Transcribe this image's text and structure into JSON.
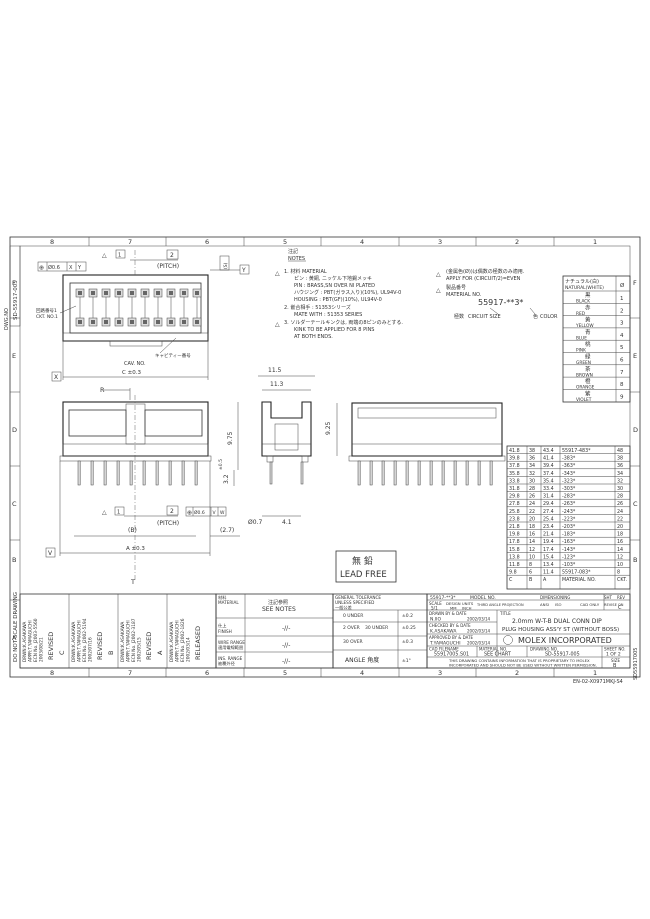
{
  "border": {
    "cols_top": [
      "8",
      "7",
      "6",
      "5",
      "4",
      "3",
      "2",
      "1"
    ],
    "cols_bottom": [
      "8",
      "7",
      "6",
      "5",
      "4",
      "3",
      "2",
      "1"
    ],
    "rows": [
      "F",
      "E",
      "D",
      "C",
      "B",
      "A"
    ]
  },
  "left_margin": {
    "doc_no": "SD-55917-005",
    "dwg_no_label": "DWG.NO",
    "do_not_scale": "DO NOT SCALE DRAWING"
  },
  "right_margin": {
    "code": "SD55917005"
  },
  "notes": {
    "header_jp": "注記",
    "header": "NOTES",
    "n1_jp": "1. 材料 MATERIAL",
    "n1_pin_jp": "ピン : 黄銅, ニッケル下地錫メッキ",
    "n1_pin": "PIN : BRASS,SN OVER NI PLATED",
    "n1_housing_jp": "ハウジング : PBT(ガラス入り)(10%), UL94V-0",
    "n1_housing": "HOUSING : PBT(GF)(10%), UL94V-0",
    "n2_jp": "2. 嵌合相手 : 51353シリーズ",
    "n2": "MATE WITH : 51353 SERIES",
    "n3_jp": "3. ソルダーテールキンクは, 両端の8ピンのみとする.",
    "n3": "KINK TO BE APPLIED FOR 8 PINS",
    "n3b": "AT BOTH ENDS."
  },
  "circuit_note": {
    "line1_jp": "(金属色(Ø))は偶数の極数のみ適用.",
    "line1": "APPLY FOR (CIRCUIT/2)=EVEN",
    "matno_jp": "製品番号",
    "matno": "MATERIAL NO.",
    "part": "55917-**3*",
    "circuit_jp": "極数",
    "circuit": "CIRCUIT SIZE",
    "color_jp": "色",
    "color": "COLOR"
  },
  "color_table": {
    "header_jp": "ナチュラル(白)",
    "header": "NATURAL(WHITE)",
    "header_code": "Ø",
    "rows": [
      {
        "jp": "黒",
        "en": "BLACK",
        "code": "1"
      },
      {
        "jp": "赤",
        "en": "RED",
        "code": "2"
      },
      {
        "jp": "黄",
        "en": "YELLOW",
        "code": "3"
      },
      {
        "jp": "青",
        "en": "BLUE",
        "code": "4"
      },
      {
        "jp": "桃",
        "en": "PINK",
        "code": "5"
      },
      {
        "jp": "緑",
        "en": "GREEN",
        "code": "6"
      },
      {
        "jp": "茶",
        "en": "BROWN",
        "code": "7"
      },
      {
        "jp": "橙",
        "en": "ORANGE",
        "code": "8"
      },
      {
        "jp": "紫",
        "en": "VIOLET",
        "code": "9"
      }
    ]
  },
  "top_view": {
    "tol_frame": [
      "⊕",
      "Ø0.6",
      "X",
      "Y"
    ],
    "pitch_label": "(PITCH)",
    "pitch_num": "2",
    "ref_one": "1",
    "ref_y": "Y",
    "circuit_no_jp": "回路番号1",
    "circuit_no": "CKT. NO.1",
    "polarity_jp": "キャビティー番号",
    "cav_no": "CAV. NO.",
    "c_dim": "C ±0.3",
    "x_label": "X",
    "ref_s": "(S)"
  },
  "front_view": {
    "r_label": "R",
    "pitch_num": "2",
    "pitch_label": "(PITCH)",
    "b_label": "(B)",
    "a_dim": "A ±0.3",
    "dim_27": "(2.7)",
    "v_label": "V",
    "t_label": "T",
    "tol_frame": [
      "⊕",
      "Ø0.6",
      "V",
      "W"
    ],
    "ref_one": "1"
  },
  "side_view": {
    "dim_115": "11.5",
    "dim_113": "11.3",
    "dim_975": "9.75",
    "dim_32": "3.2",
    "dim_05": "±0.5",
    "dim_07": "Ø0.7",
    "dim_41": "4.1",
    "dim_925": "9.25"
  },
  "lead_free": {
    "jp": "無 鉛",
    "en": "LEAD FREE"
  },
  "dim_table": {
    "rows": [
      [
        "41.8",
        "38",
        "43.4",
        "55917-483*",
        "48"
      ],
      [
        "39.8",
        "36",
        "41.4",
        "-383*",
        "38"
      ],
      [
        "37.8",
        "34",
        "39.4",
        "-363*",
        "36"
      ],
      [
        "35.8",
        "32",
        "37.4",
        "-343*",
        "34"
      ],
      [
        "33.8",
        "30",
        "35.4",
        "-323*",
        "32"
      ],
      [
        "31.8",
        "28",
        "33.4",
        "-303*",
        "30"
      ],
      [
        "29.8",
        "26",
        "31.4",
        "-283*",
        "28"
      ],
      [
        "27.8",
        "24",
        "29.4",
        "-263*",
        "26"
      ],
      [
        "25.8",
        "22",
        "27.4",
        "-243*",
        "24"
      ],
      [
        "23.8",
        "20",
        "25.4",
        "-223*",
        "22"
      ],
      [
        "21.8",
        "18",
        "23.4",
        "-203*",
        "20"
      ],
      [
        "19.8",
        "16",
        "21.4",
        "-183*",
        "18"
      ],
      [
        "17.8",
        "14",
        "19.4",
        "-163*",
        "16"
      ],
      [
        "15.8",
        "12",
        "17.4",
        "-143*",
        "14"
      ],
      [
        "13.8",
        "10",
        "15.4",
        "-123*",
        "12"
      ],
      [
        "11.8",
        "8",
        "13.4",
        "-103*",
        "10"
      ],
      [
        "9.8",
        "6",
        "11.4",
        "55917-083*",
        "8"
      ]
    ],
    "header": [
      "C",
      "B",
      "A",
      "MATERIAL NO.",
      "CKT."
    ]
  },
  "revisions": [
    {
      "letter": "C",
      "title": "REVISED",
      "ecn": "ECN No. J2003-5560",
      "date": "2003/08/21",
      "drwn": "DRWN:K.ASAKAWA",
      "appr": "APPR:T.YAMAGUCHI"
    },
    {
      "letter": "B",
      "title": "REVISED",
      "ecn": "ECN No. J2002-5194",
      "date": "2002/07/16",
      "drwn": "DRWN:K.ASAKAWA",
      "appr": "APPR:T.YAMAGUCHI"
    },
    {
      "letter": "A",
      "title": "REVISED",
      "ecn": "ECN No. J2002-3187",
      "date": "2002/05/15",
      "drwn": "DRWN:K.ASAKAWA",
      "appr": "APPR:T.YAMAGUCHI"
    },
    {
      "letter": "",
      "title": "RELEASED",
      "ecn": "ECN No. J2002-1826",
      "date": "2002/03/14",
      "drwn": "DRWN:K.ASAKAWA",
      "appr": "APPR:T.YAMAGUCHI"
    }
  ],
  "title_block": {
    "material_jp": "材料",
    "material": "MATERIAL",
    "see_notes_jp": "注記参照",
    "see_notes": "SEE NOTES",
    "finish_jp": "仕上",
    "finish": "FINISH",
    "wire_range_jp": "適用電線範囲",
    "wire_range": "WIRE RANGE",
    "ins_range_jp": "被覆外径",
    "ins_range": "INS. RANGE",
    "gen_tol": "GENERAL TOLERANCE",
    "unless": "UNLESS SPECIFIED",
    "tol_jp": "一般公差",
    "tol0_a": "0 UNDER",
    "tol0_b": "±0.2",
    "tol1_a": "2 OVER",
    "tol1_b": "±0.25",
    "tol2_a": "30 OVER",
    "tol2_b": "±0.3",
    "tol_30under": "30 UNDER",
    "angle_label": "ANGLE 角度",
    "angle_val": "±1°",
    "circuit_code": "55917-**3*",
    "scale_label": "SCALE",
    "scale_val": "5/1",
    "design_units": "DESIGN UNITS",
    "mm": "MM",
    "inch": "INCH",
    "model_no": "MODEL NO.",
    "dimensioning": "DIMENSIONING",
    "third_angle": "THIRD ANGLE PROJECTION",
    "ansi": "ANSI",
    "ddm": "ISO",
    "cad_only": "CAD ONLY",
    "sht_label": "SHT",
    "rev_label": "REV",
    "revise_on": "REVISE ON",
    "drawn_by": "DRAWN BY & DATE",
    "drawn_val": "N.IIO",
    "drawn_date": "2002/03/14",
    "checked_by": "CHECKED BY & DATE",
    "checked_val": "K.ASAKAWA",
    "checked_date": "2002/03/14",
    "approved_by": "APPROVED BY & DATE",
    "approved_val": "T.YAMAGUCHI",
    "approved_date": "2002/03/14",
    "title_label": "TITLE",
    "title1": "2.0mm W-T-B DUAL CONN DIP",
    "title2": "PLUG HOUSING ASS'Y ST (WITHOUT BOSS)",
    "company": "MOLEX INCORPORATED",
    "cad_file_label": "CAD FILENAME",
    "cad_file": "55917005.S01",
    "matno_label": "MATERIAL NO.",
    "matno_val": "SEE CHART",
    "drawing_no_label": "DRAWING NO.",
    "drawing_no": "SD-55917-005",
    "sheet_no_label": "SHEET NO.",
    "sheet_no": "1 OF 2",
    "rev_val": "C",
    "size_label": "SIZE",
    "size_val": "B",
    "proprietary1": "THIS DRAWING CONTAINS INFORMATION THAT IS PROPRIETARY TO MOLEX",
    "proprietary2": "INCORPORATED AND SHOULD NOT BE USED WITHOUT WRITTEN PERMISSION.",
    "form_no": "EN-02-X0971MKJ-S4"
  }
}
